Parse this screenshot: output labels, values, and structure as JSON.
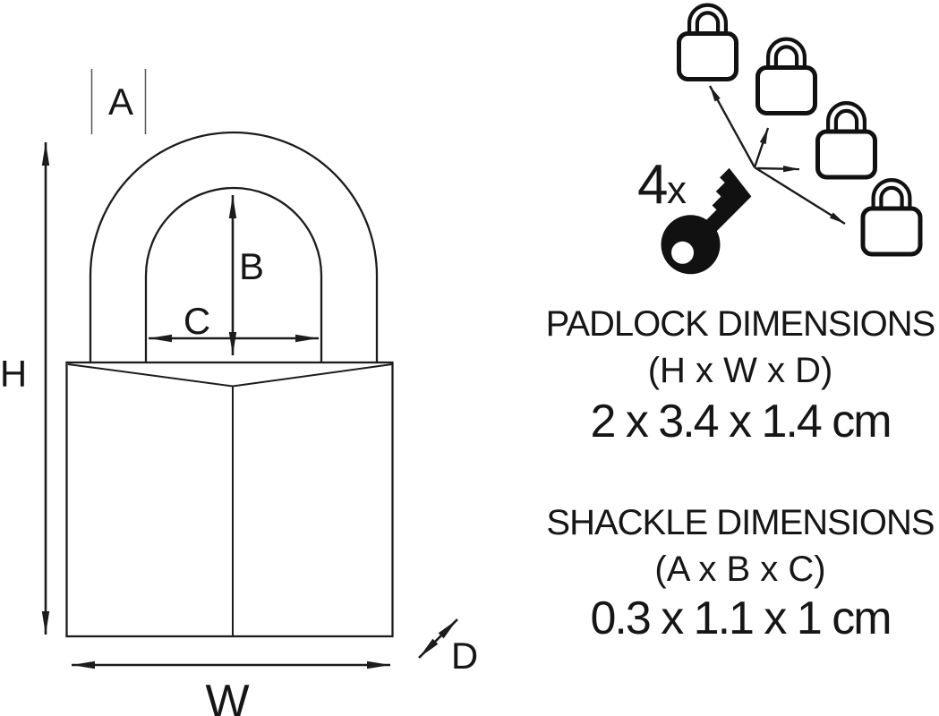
{
  "canvas": {
    "background": "#ffffff",
    "ink_color": "#161616",
    "line_color": "#1c1c1c"
  },
  "diagram": {
    "labels": {
      "A": "A",
      "B": "B",
      "C": "C",
      "H": "H",
      "W": "W",
      "D": "D"
    },
    "key_count": {
      "number": "4",
      "multiplier": "x"
    },
    "icons": {
      "key": "key-icon",
      "padlock": "padlock-icon"
    },
    "mini_padlock_count": 4
  },
  "specs": {
    "padlock": {
      "title": "PADLOCK DIMENSIONS",
      "formula": "(H x W x D)",
      "value": "2 x 3.4 x 1.4 cm"
    },
    "shackle": {
      "title": "SHACKLE DIMENSIONS",
      "formula": "(A x B x C)",
      "value": "0.3 x 1.1 x 1 cm"
    }
  }
}
